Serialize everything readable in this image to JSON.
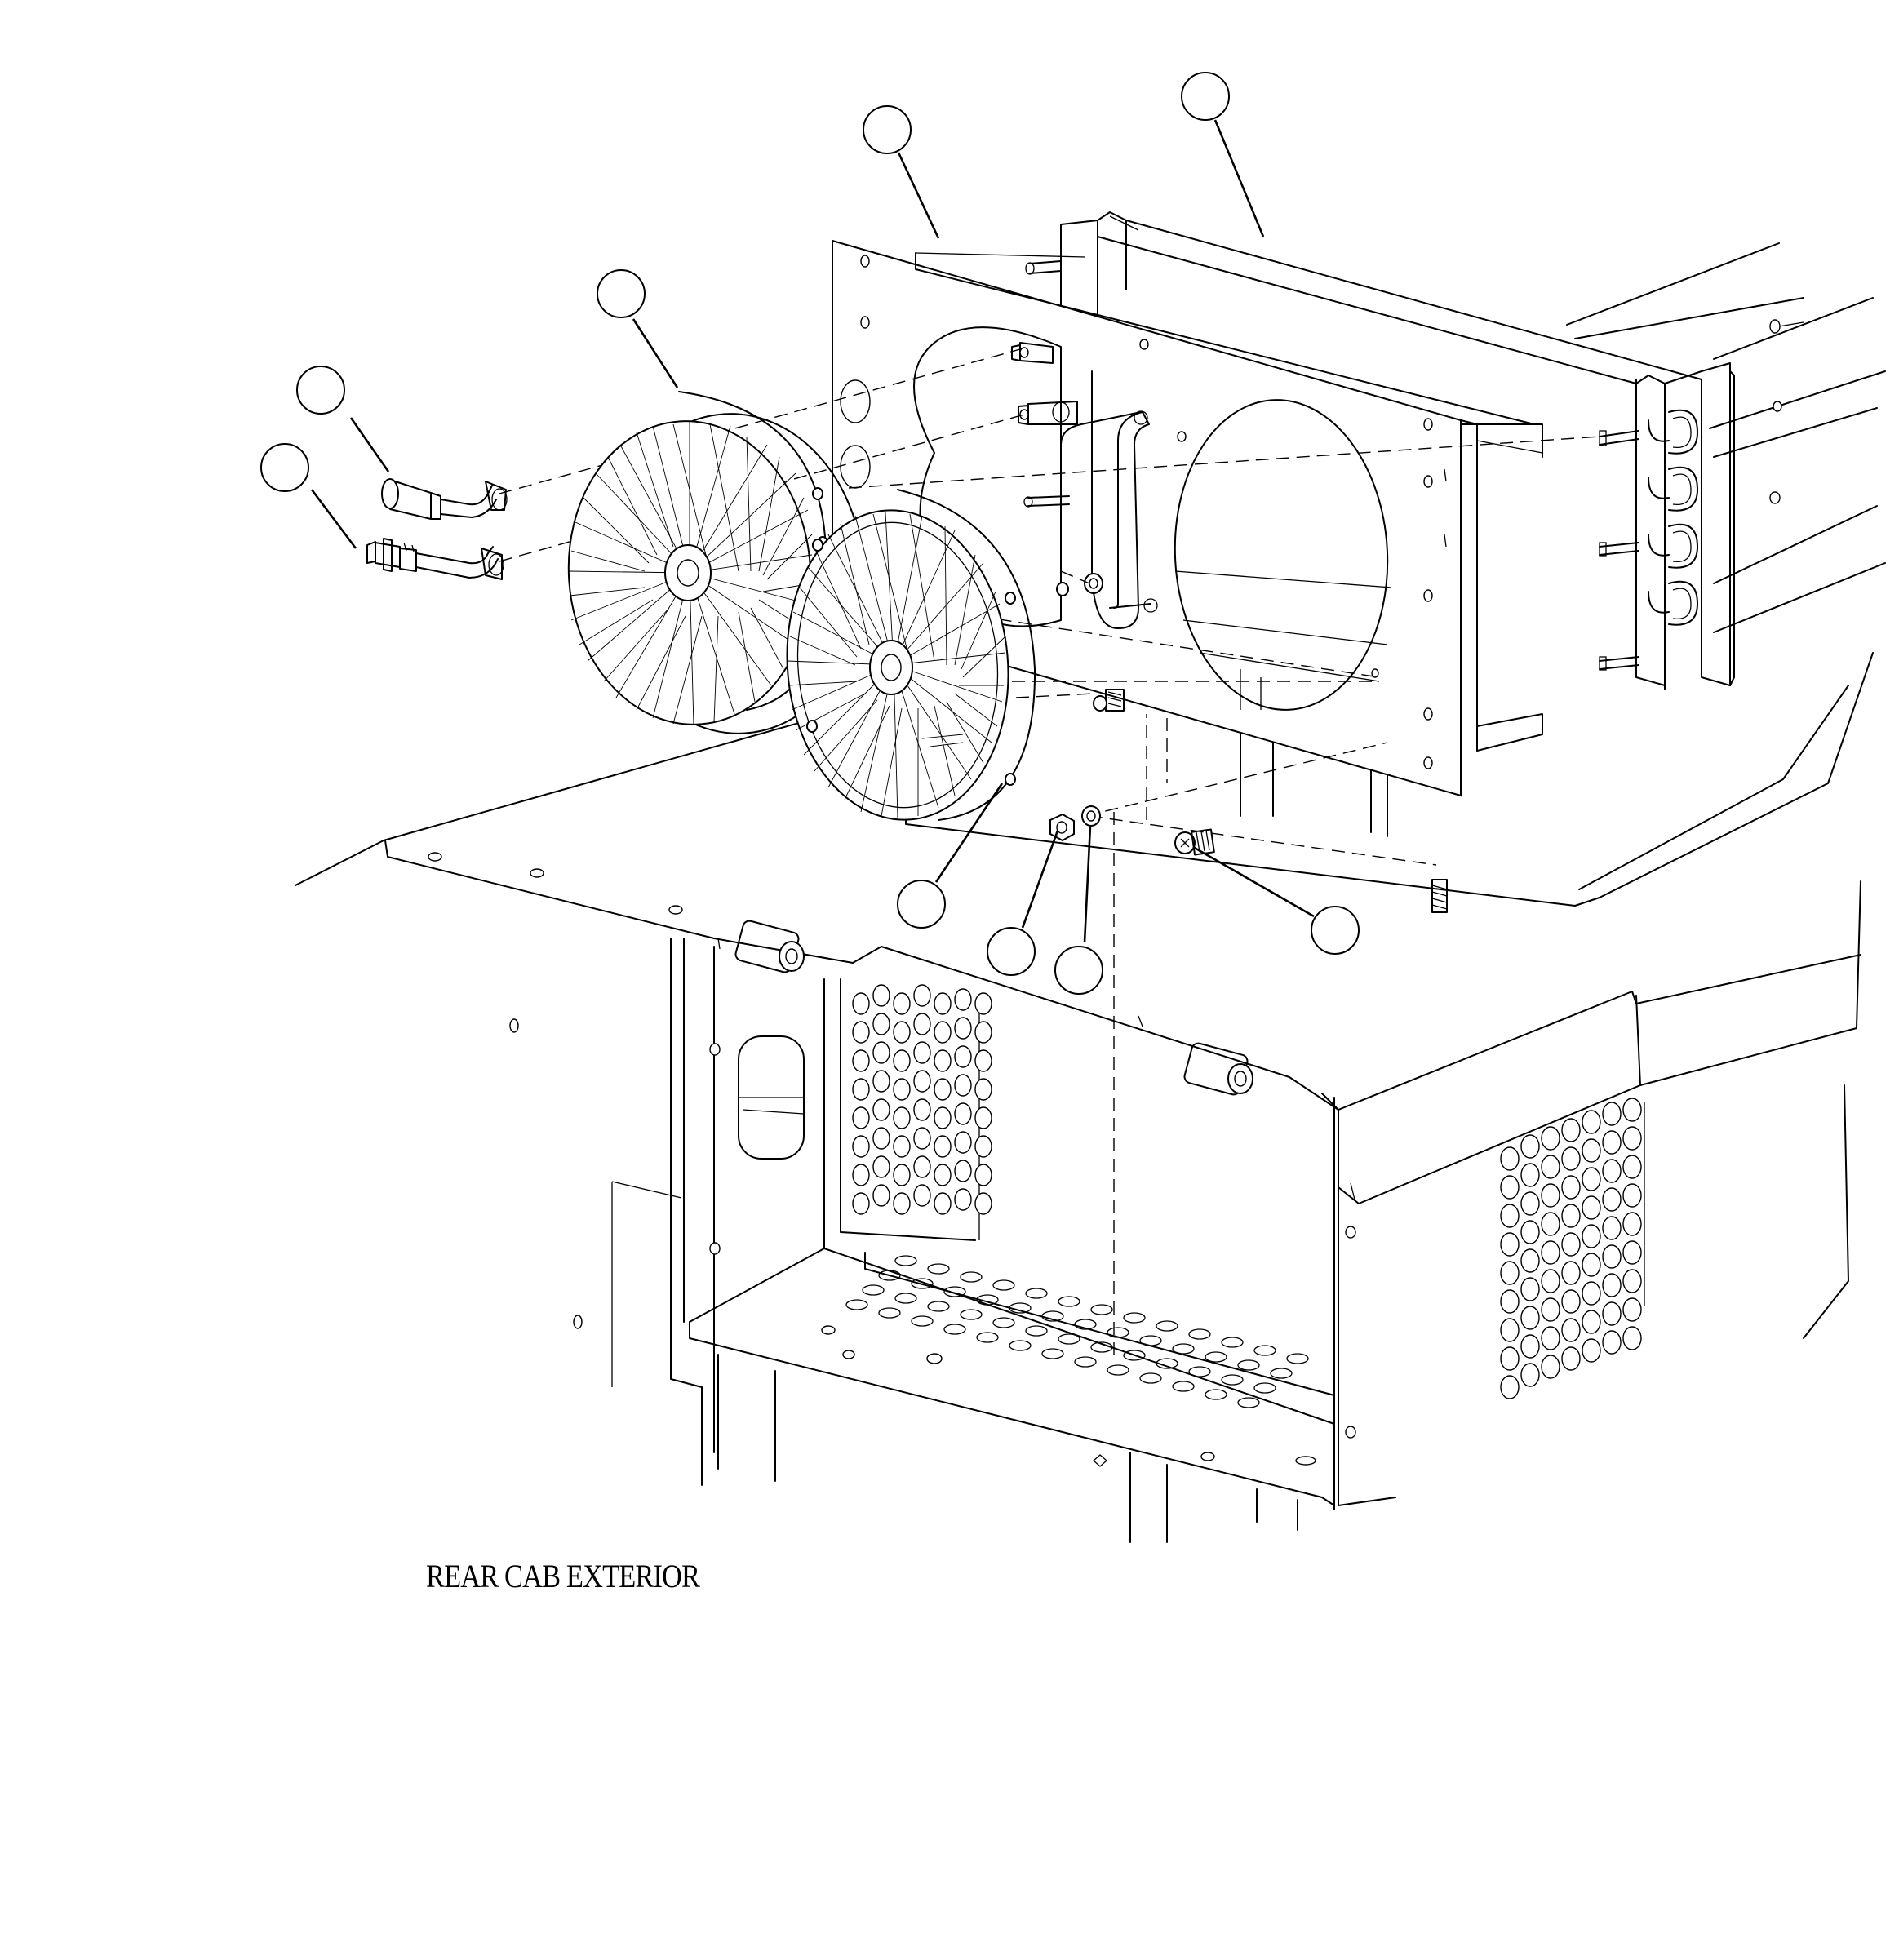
{
  "caption": "REAR CAB EXTERIOR",
  "callouts": [
    {
      "id": "balloon-fitting-straight",
      "label": ""
    },
    {
      "id": "balloon-fitting-switch",
      "label": ""
    },
    {
      "id": "balloon-fan-left",
      "label": ""
    },
    {
      "id": "balloon-shroud-plate",
      "label": ""
    },
    {
      "id": "balloon-condenser-coil",
      "label": ""
    },
    {
      "id": "balloon-fan-screw",
      "label": ""
    },
    {
      "id": "balloon-nut",
      "label": ""
    },
    {
      "id": "balloon-washer",
      "label": ""
    },
    {
      "id": "balloon-bolt",
      "label": ""
    }
  ],
  "colors": {
    "line": "#000000",
    "background": "#ffffff"
  }
}
